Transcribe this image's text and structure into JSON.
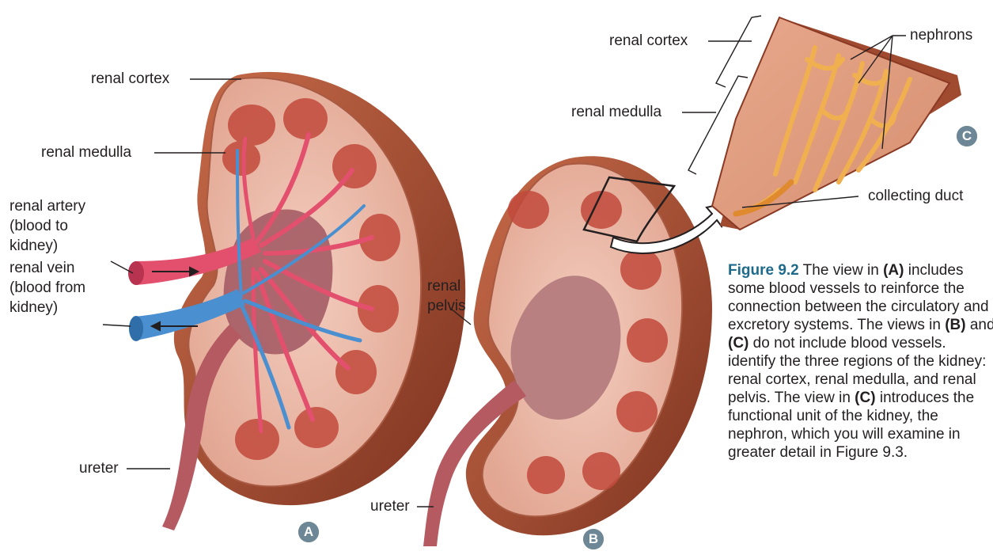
{
  "labels": {
    "a_renal_cortex": "renal cortex",
    "a_renal_medulla": "renal medulla",
    "a_renal_artery_1": "renal artery",
    "a_renal_artery_2": "(blood to",
    "a_renal_artery_3": "kidney)",
    "a_renal_vein_1": "renal vein",
    "a_renal_vein_2": "(blood from",
    "a_renal_vein_3": "kidney)",
    "a_ureter": "ureter",
    "b_renal_pelvis_1": "renal",
    "b_renal_pelvis_2": "pelvis",
    "b_ureter": "ureter",
    "c_renal_cortex": "renal cortex",
    "c_renal_medulla": "renal medulla",
    "c_nephrons": "nephrons",
    "c_collecting_duct": "collecting duct"
  },
  "badges": {
    "a": "A",
    "b": "B",
    "c": "C"
  },
  "caption": {
    "figure": "Figure 9.2",
    "text_1": " The view in ",
    "ref_a": "(A)",
    "text_2": " includes some blood vessels to reinforce the connection between the circulatory and excretory systems. The views in ",
    "ref_b": "(B)",
    "text_3": " and ",
    "ref_c1": "(C)",
    "text_4": " do not include blood vessels. ",
    "text_5": "identify the three regions of the kidney: renal cortex, renal medulla, and renal pelvis. The view in ",
    "ref_c2": "(C)",
    "text_6": " introduces the functional unit of the kidney, the nephron, which you will examine in greater detail in Figure 9.3."
  },
  "colors": {
    "capsule": "#9c4a2e",
    "cortex": "#eab7a8",
    "medulla_pyramid": "#c24a3c",
    "artery": "#e2506e",
    "vein": "#4a8fd0",
    "pelvis": "#b88080",
    "nephron": "#f0b050",
    "badge": "#6d8797",
    "caption_accent": "#1e6a8a"
  }
}
